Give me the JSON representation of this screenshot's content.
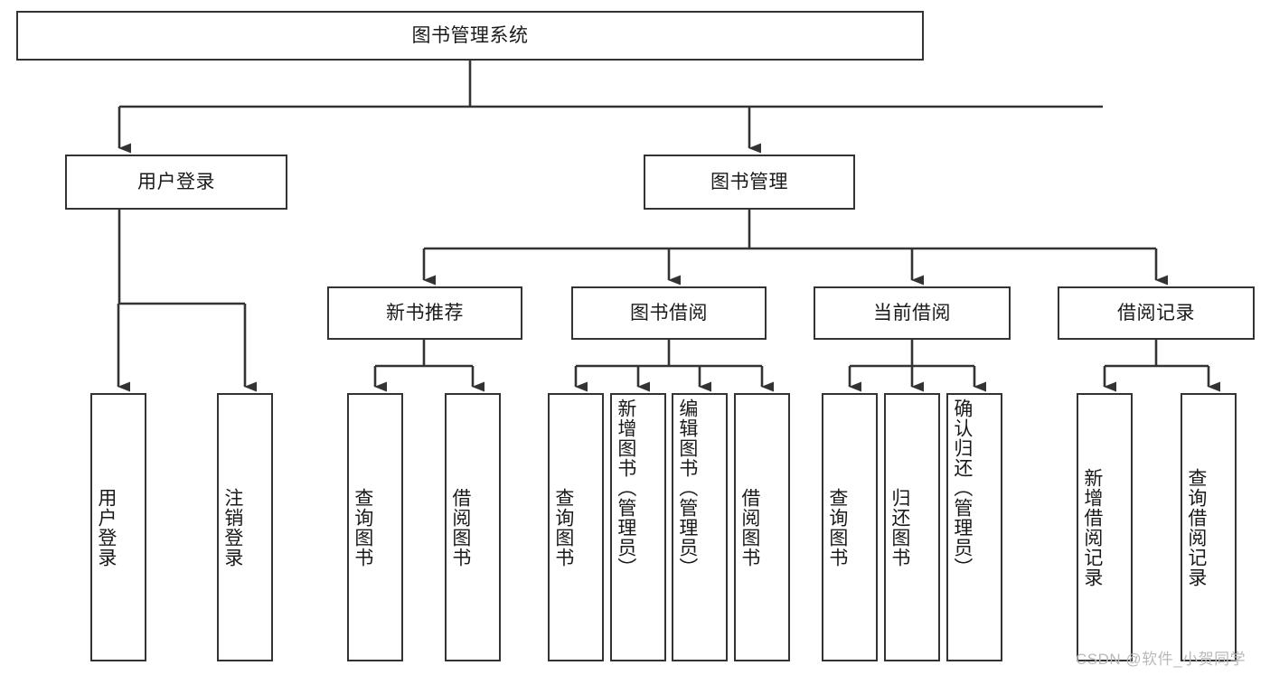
{
  "diagram": {
    "type": "tree",
    "title": "图书管理系统",
    "root": {
      "label": "图书管理系统"
    },
    "level2": [
      {
        "label": "用户登录"
      },
      {
        "label": "图书管理"
      }
    ],
    "level3": [
      {
        "label": "新书推荐"
      },
      {
        "label": "图书借阅"
      },
      {
        "label": "当前借阅"
      },
      {
        "label": "借阅记录"
      }
    ],
    "leaves": [
      {
        "label": "用户登录",
        "parent": "用户登录"
      },
      {
        "label": "注销登录",
        "parent": "用户登录"
      },
      {
        "label": "查询图书",
        "parent": "新书推荐"
      },
      {
        "label": "借阅图书",
        "parent": "新书推荐"
      },
      {
        "label": "查询图书",
        "parent": "图书借阅"
      },
      {
        "label": "新增图书（管理员）",
        "parent": "图书借阅"
      },
      {
        "label": "编辑图书（管理员）",
        "parent": "图书借阅"
      },
      {
        "label": "借阅图书",
        "parent": "图书借阅"
      },
      {
        "label": "查询图书",
        "parent": "当前借阅"
      },
      {
        "label": "归还图书",
        "parent": "当前借阅"
      },
      {
        "label": "确认归还（管理员）",
        "parent": "当前借阅"
      },
      {
        "label": "新增借阅记录",
        "parent": "借阅记录"
      },
      {
        "label": "查询借阅记录",
        "parent": "借阅记录"
      }
    ],
    "colors": {
      "box_border": "#333333",
      "box_fill": "#ffffff",
      "connector": "#333333",
      "text": "#1a1a1a",
      "watermark": "#b9b9b9"
    }
  },
  "watermark": {
    "text": "CSDN @软件_小贺同学"
  }
}
